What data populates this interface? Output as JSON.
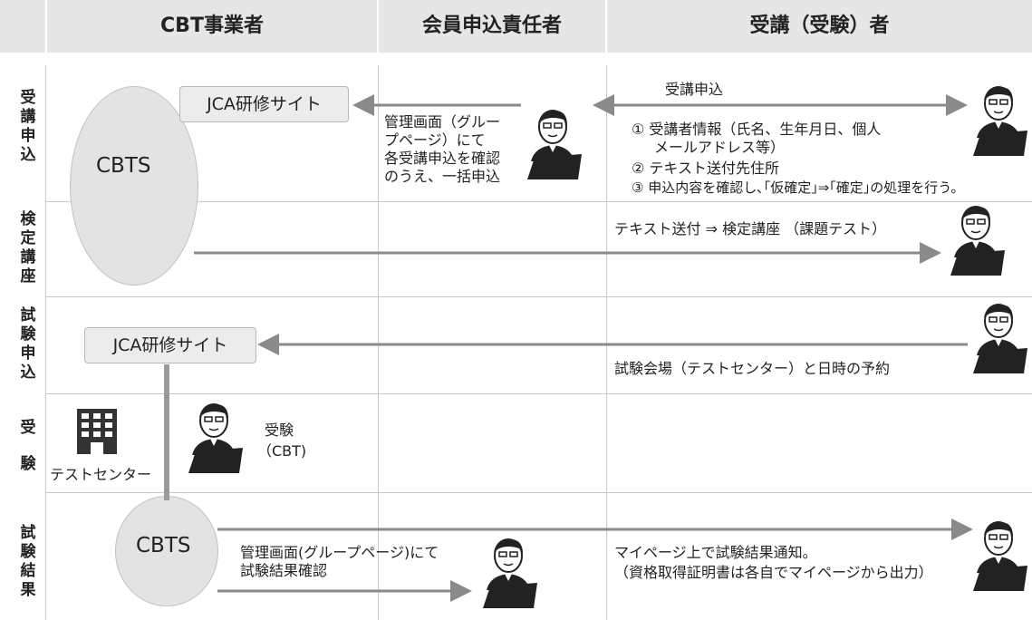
{
  "header": {
    "col1": "CBT事業者",
    "col2": "会員申込責任者",
    "col3": "受講（受験）者"
  },
  "rows": {
    "r1": "受講申込",
    "r2": "検定講座",
    "r3": "試験申込",
    "r4a": "受",
    "r4b": "験",
    "r5": "試験結果"
  },
  "sites": {
    "site1": "JCA研修サイト",
    "site2": "JCA研修サイト"
  },
  "cbts": {
    "top": "CBTS",
    "bottom": "CBTS"
  },
  "row1": {
    "admin_l1": "管理画面（グルー",
    "admin_l2": "プページ）にて",
    "admin_l3": "各受講申込を確認",
    "admin_l4": "のうえ、一括申込",
    "arrow_label": "受講申込",
    "item1a": "① 受講者情報（氏名、生年月日、個人",
    "item1b": "メールアドレス等）",
    "item2": "② テキスト送付先住所",
    "item3": "③ 申込内容を確認し､｢仮確定｣⇒｢確定｣の処理を行う。"
  },
  "row2": {
    "label": "テキスト送付 ⇒ 検定講座 （課題テスト）"
  },
  "row3": {
    "label": "試験会場（テストセンター）と日時の予約"
  },
  "row4": {
    "building": "テストセンター",
    "exam_l1": "受験",
    "exam_l2": "（CBT)"
  },
  "row5": {
    "admin_l1": "管理画面(グループページ)にて",
    "admin_l2": "試験結果確認",
    "notice_l1": "マイページ上で試験結果通知。",
    "notice_l2": "（資格取得証明書は各自でマイページから出力）"
  },
  "colors": {
    "header_bg": "#e6e6e6",
    "arrow": "#8a8a8a",
    "oval": "#e3e3e3",
    "grid": "#c8c8c8"
  }
}
